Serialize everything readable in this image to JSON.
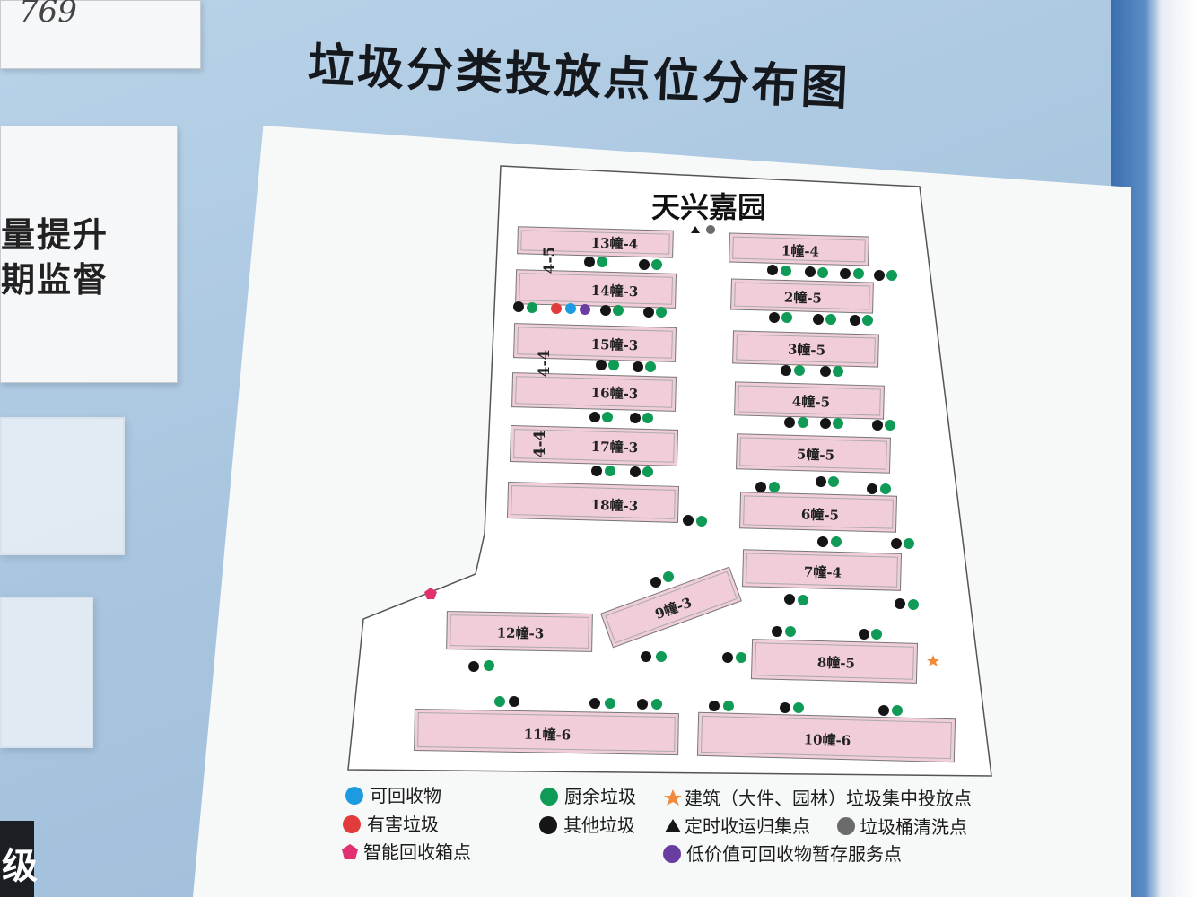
{
  "title": "垃圾分类投放点位分布图",
  "community": "天兴嘉园",
  "left_fragments": {
    "number": "769",
    "line1": "量提升",
    "line2": "期监督",
    "bottom": "级"
  },
  "colors": {
    "recyclable": "#1c9be0",
    "hazardous": "#e23b3b",
    "kitchen": "#0f9a55",
    "other": "#151515",
    "smart": "#e0306f",
    "lowvalue": "#6a3da0",
    "wash": "#6b6b6b",
    "star": "#f08a3c",
    "building": "#f0cdd9"
  },
  "buildings": {
    "b13": "13幢-4",
    "b14": "14幢-3",
    "b15": "15幢-3",
    "b16": "16幢-3",
    "b17": "17幢-3",
    "b18": "18幢-3",
    "b1": "1幢-4",
    "b2": "2幢-5",
    "b3": "3幢-5",
    "b4": "4幢-5",
    "b5": "5幢-5",
    "b6": "6幢-5",
    "b7": "7幢-4",
    "b9": "9幢-3",
    "b12": "12幢-3",
    "b8": "8幢-5",
    "b11": "11幢-6",
    "b10": "10幢-6"
  },
  "side_labels": {
    "s1": "4-5",
    "s2": "4-4",
    "s3": "4-4"
  },
  "legend": {
    "recyclable": "可回收物",
    "hazardous": "有害垃圾",
    "smart": "智能回收箱点",
    "kitchen": "厨余垃圾",
    "other": "其他垃圾",
    "star": "建筑（大件、园林）垃圾集中投放点",
    "triangle": "定时收运归集点",
    "wash": "垃圾桶清洗点",
    "lowvalue": "低价值可回收物暂存服务点"
  }
}
